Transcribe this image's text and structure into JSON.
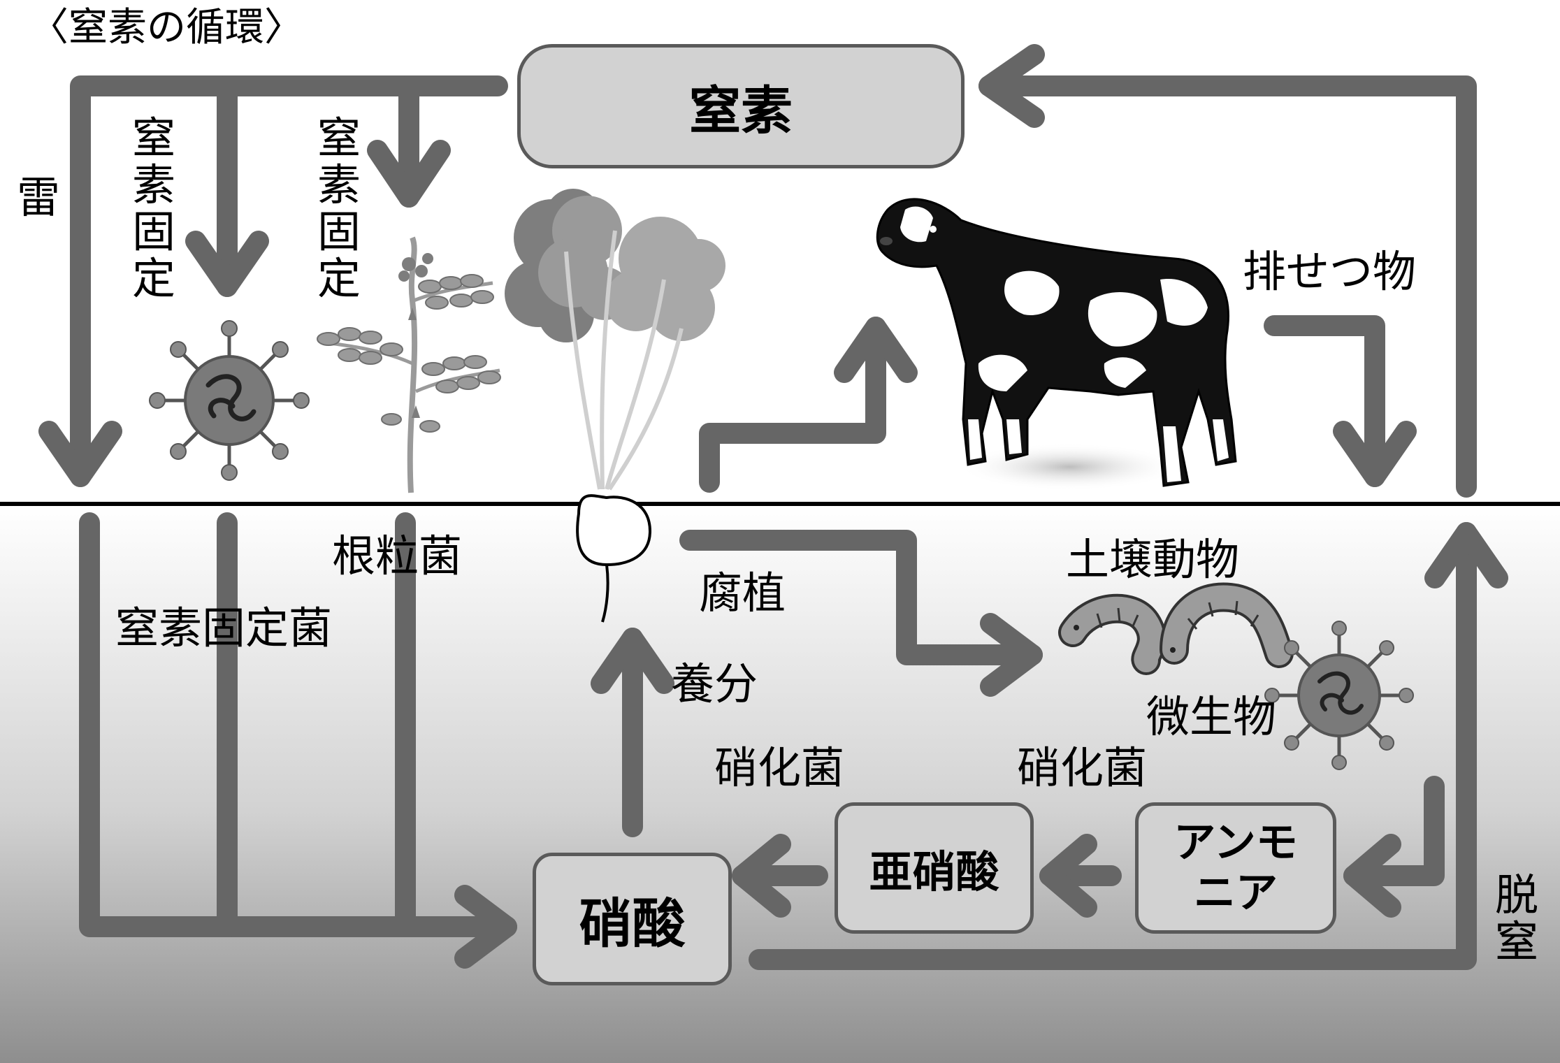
{
  "title": "〈窒素の循環〉",
  "nodes": {
    "nitrogen": "窒素",
    "nitrate": "硝酸",
    "nitrite": "亜硝酸",
    "ammonia": "アンモニア"
  },
  "labels": {
    "lightning": "雷",
    "fixation_1": "窒素固定",
    "fixation_2": "窒素固定",
    "excretion": "排せつ物",
    "nodule_bacteria": "根粒菌",
    "fixing_bacteria": "窒素固定菌",
    "humus": "腐植",
    "soil_animals": "土壌動物",
    "nutrients": "養分",
    "microorganisms": "微生物",
    "nitrifying_bacteria_1": "硝化菌",
    "nitrifying_bacteria_2": "硝化菌",
    "denitrification": "脱窒"
  },
  "colors": {
    "arrow": "#666666",
    "box_fill": "#d2d2d2",
    "box_border": "#5a5a5a",
    "soil_top": "#ffffff",
    "soil_bottom": "#8e8e8e"
  }
}
